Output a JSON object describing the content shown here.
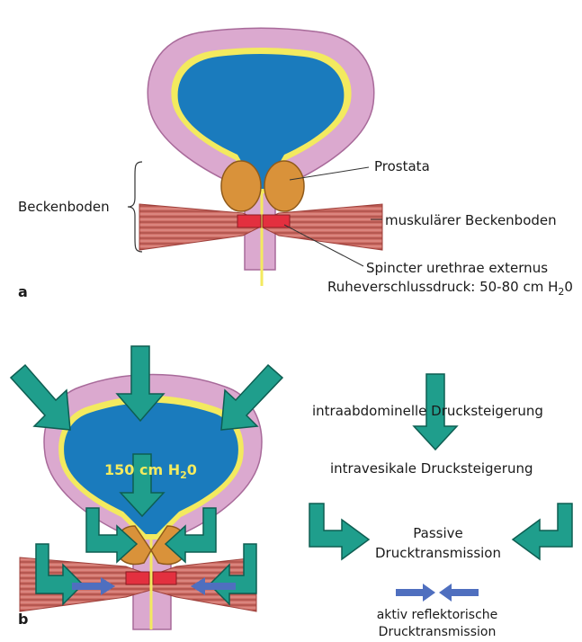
{
  "panel_a": {
    "letter": "a",
    "label_beckenboden": "Beckenboden",
    "label_prostata": "Prostata",
    "label_muskular": "muskulärer Beckenboden",
    "label_spincter": "Spincter urethrae externus",
    "label_ruhe": "Ruheverschlussdruck: 50-80 cm H",
    "label_ruhe_sub": "2",
    "label_ruhe_tail": "0"
  },
  "panel_b": {
    "letter": "b",
    "pressure": "150 cm H",
    "pressure_sub": "2",
    "pressure_tail": "0",
    "label_intraabd": "intraabdominelle Drucksteigerung",
    "label_intravesikal": "intravesikale Drucksteigerung",
    "label_passive_1": "Passive",
    "label_passive_2": "Drucktransmission",
    "label_aktiv_1": "aktiv reflektorische",
    "label_aktiv_2": "Drucktransmission"
  },
  "colors": {
    "bladder_wall": "#dba9cf",
    "urine": "#1a7bbd",
    "mucosa_line": "#f3ea5f",
    "prostate": "#d9923a",
    "muscle": "#c8635c",
    "sphincter": "#e3303f",
    "teal_arrow": "#1f9e8c",
    "blue_arrow": "#4f6fbf"
  }
}
